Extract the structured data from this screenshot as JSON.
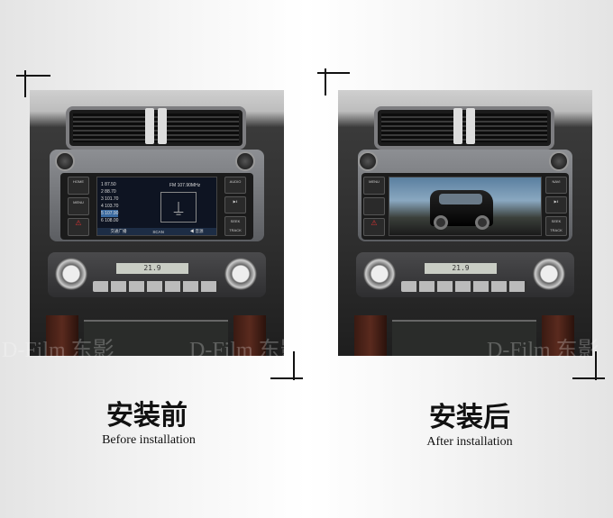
{
  "before": {
    "title_cn": "安装前",
    "title_en": "Before installation",
    "buttons_left": [
      "HOME",
      "MENU",
      "⚠"
    ],
    "buttons_right": [
      "AUDIO",
      "▶‖",
      "SEEK TRACK"
    ],
    "radio": {
      "band": "FM",
      "frequency": "107.90MHz",
      "presets": [
        "1  87.50",
        "2  88.70",
        "3  101.70",
        "4  103.70",
        "5  107.90",
        "6  108.00"
      ],
      "selected_index": 4,
      "bottom_bar": [
        "交通广播",
        "SCAN",
        "◀ 音源"
      ]
    },
    "climate_display": "21.9"
  },
  "after": {
    "title_cn": "安装后",
    "title_en": "After installation",
    "buttons_left": [
      "MENU",
      "",
      "⚠"
    ],
    "buttons_right": [
      "NAVI",
      "▶‖",
      "SEEK TRACK"
    ],
    "climate_display": "21.9"
  },
  "watermark": "D-Film 东影"
}
